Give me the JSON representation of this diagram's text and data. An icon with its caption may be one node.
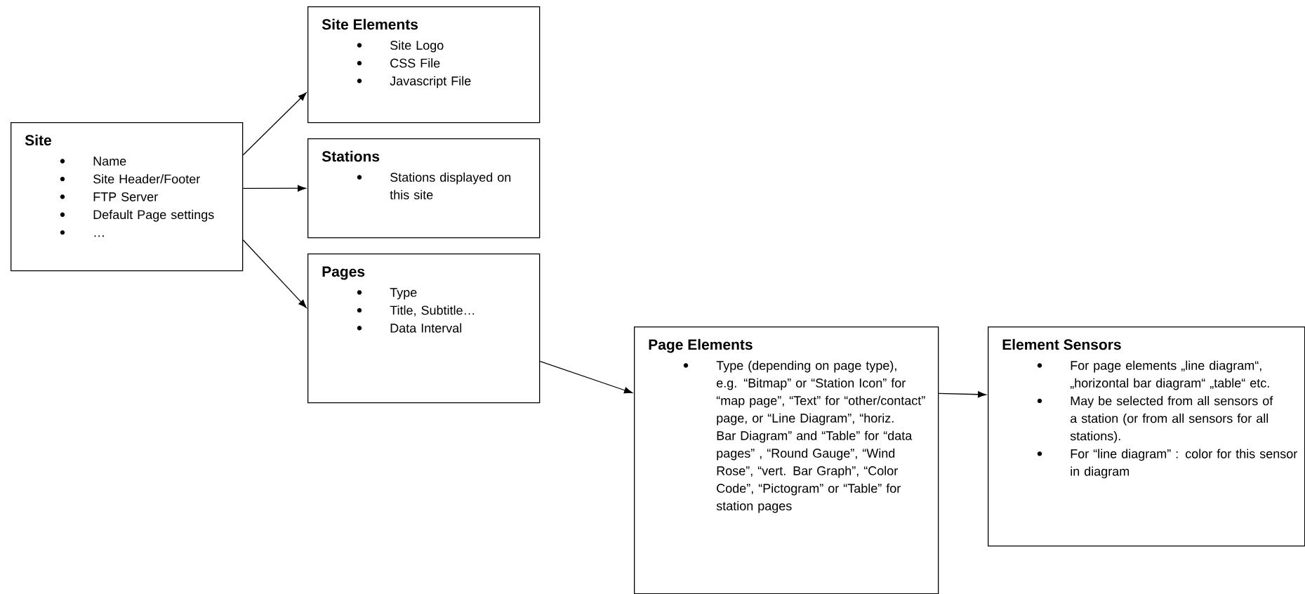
{
  "diagram": {
    "nodes": [
      {
        "text": [
          "Site",
          "Name",
          "Site Header/Footer",
          "FTP Server",
          "Default Page settings",
          "…"
        ]
      },
      {
        "text": [
          "Site Elements",
          "Site Logo",
          "CSS File",
          "Javascript File"
        ]
      },
      {
        "text": [
          "Stations",
          "Stations displayed on this site"
        ]
      },
      {
        "text": [
          "Pages",
          "Type",
          "Title, Subtitle…",
          "Data Interval"
        ]
      },
      {
        "text": [
          "Page Elements",
          "Type (depending on page type), e.g. “Bitmap” or “Station Icon” for “map page”, “Text” for “other/contact” page, or “Line Diagram”, “horiz. Bar Diagram” and “Table” for “data pages” , “Round Gauge”, “Wind Rose”, “vert. Bar Graph”, “Color Code”, “Pictogram” or “Table” for station pages"
        ]
      },
      {
        "text": [
          "Element Sensors",
          "For page elements „line diagram“, „horizontal bar diagram“  „table“ etc.",
          "May be selected from all sensors of a station (or from all sensors for all stations).",
          "For “line diagram” : color for this sensor in diagram"
        ]
      }
    ],
    "edges": [
      {
        "from": 0,
        "to": 1,
        "arrow": "to"
      },
      {
        "from": 0,
        "to": 2,
        "arrow": "to"
      },
      {
        "from": 0,
        "to": 3,
        "arrow": "to"
      },
      {
        "from": 3,
        "to": 4,
        "arrow": "to"
      },
      {
        "from": 4,
        "to": 5,
        "arrow": "to"
      }
    ]
  }
}
